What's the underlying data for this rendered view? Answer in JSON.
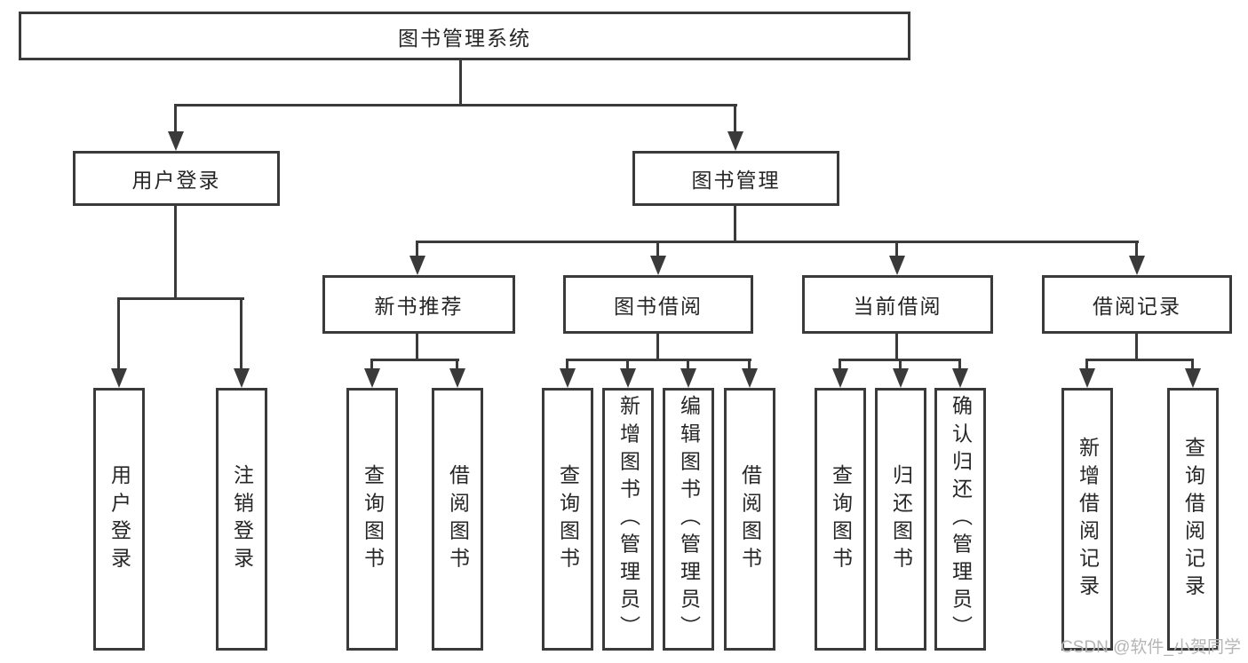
{
  "diagram": {
    "root": {
      "label": "图书管理系统"
    },
    "branches": [
      {
        "label": "用户登录",
        "children": [
          {
            "label": "用户登录"
          },
          {
            "label": "注销登录"
          }
        ]
      },
      {
        "label": "图书管理",
        "children": [
          {
            "label": "新书推荐",
            "children": [
              {
                "label": "查询图书"
              },
              {
                "label": "借阅图书"
              }
            ]
          },
          {
            "label": "图书借阅",
            "children": [
              {
                "label": "查询图书"
              },
              {
                "label": "新增图书（管理员）"
              },
              {
                "label": "编辑图书（管理员）"
              },
              {
                "label": "借阅图书"
              }
            ]
          },
          {
            "label": "当前借阅",
            "children": [
              {
                "label": "查询图书"
              },
              {
                "label": "归还图书"
              },
              {
                "label": "确认归还（管理员）"
              }
            ]
          },
          {
            "label": "借阅记录",
            "children": [
              {
                "label": "新增借阅记录"
              },
              {
                "label": "查询借阅记录"
              }
            ]
          }
        ]
      }
    ]
  },
  "watermark": {
    "text": "CSDN @软件_小贺同学"
  },
  "colors": {
    "line": "#3a3a3a",
    "text": "#262626",
    "watermark": "#b5b5b5",
    "background": "#ffffff"
  }
}
